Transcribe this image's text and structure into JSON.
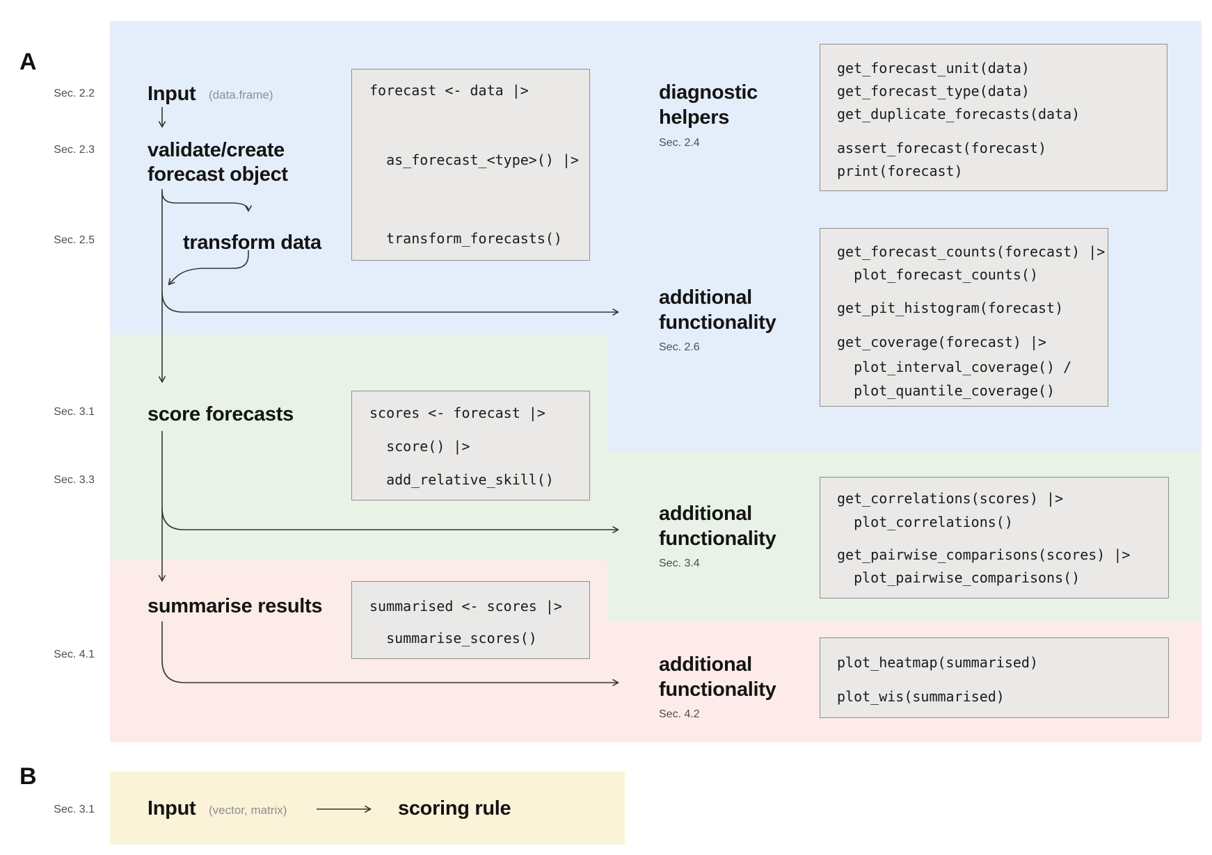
{
  "colors": {
    "blue_band": "#e4eefa",
    "green_band": "#e9f2e7",
    "pink_band": "#fcebe9",
    "yellow_band": "#faf3d7",
    "code_box_bg": "#eae9e7",
    "code_box_border": "#8d8d8d",
    "arrow": "#333333"
  },
  "panels": {
    "a": "A",
    "b": "B"
  },
  "sections": {
    "s22": "Sec. 2.2",
    "s23": "Sec. 2.3",
    "s25": "Sec. 2.5",
    "s31": "Sec. 3.1",
    "s33": "Sec. 3.3",
    "s41": "Sec. 4.1",
    "b31": "Sec. 3.1"
  },
  "flow": {
    "input_title": "Input",
    "input_sub": "(data.frame)",
    "validate_line1": "validate/create",
    "validate_line2": "forecast object",
    "transform": "transform data",
    "score": "score forecasts",
    "summarise": "summarise results"
  },
  "side": {
    "diag": {
      "line1": "diagnostic",
      "line2": "helpers",
      "sec": "Sec. 2.4"
    },
    "af1": {
      "line1": "additional",
      "line2": "functionality",
      "sec": "Sec. 2.6"
    },
    "af2": {
      "line1": "additional",
      "line2": "functionality",
      "sec": "Sec. 3.4"
    },
    "af3": {
      "line1": "additional",
      "line2": "functionality",
      "sec": "Sec. 4.2"
    }
  },
  "code": {
    "box1": [
      "forecast <- data |>",
      "  as_forecast_<type>() |>",
      "  transform_forecasts()"
    ],
    "diag": [
      "get_forecast_unit(data)",
      "get_forecast_type(data)",
      "get_duplicate_forecasts(data)",
      "assert_forecast(forecast)",
      "print(forecast)"
    ],
    "box2": [
      "get_forecast_counts(forecast) |>",
      "  plot_forecast_counts()",
      "get_pit_histogram(forecast)",
      "get_coverage(forecast) |>",
      "  plot_interval_coverage() /",
      "  plot_quantile_coverage()"
    ],
    "scores": [
      "scores <- forecast |>",
      "  score() |>",
      "  add_relative_skill()"
    ],
    "box3": [
      "get_correlations(scores) |>",
      "  plot_correlations()",
      "get_pairwise_comparisons(scores) |>",
      "  plot_pairwise_comparisons()"
    ],
    "summ": [
      "summarised <- scores |>",
      "  summarise_scores()"
    ],
    "box4": [
      "plot_heatmap(summarised)",
      "plot_wis(summarised)"
    ]
  },
  "panelB": {
    "input_title": "Input",
    "input_sub": "(vector, matrix)",
    "rule": "scoring rule"
  }
}
